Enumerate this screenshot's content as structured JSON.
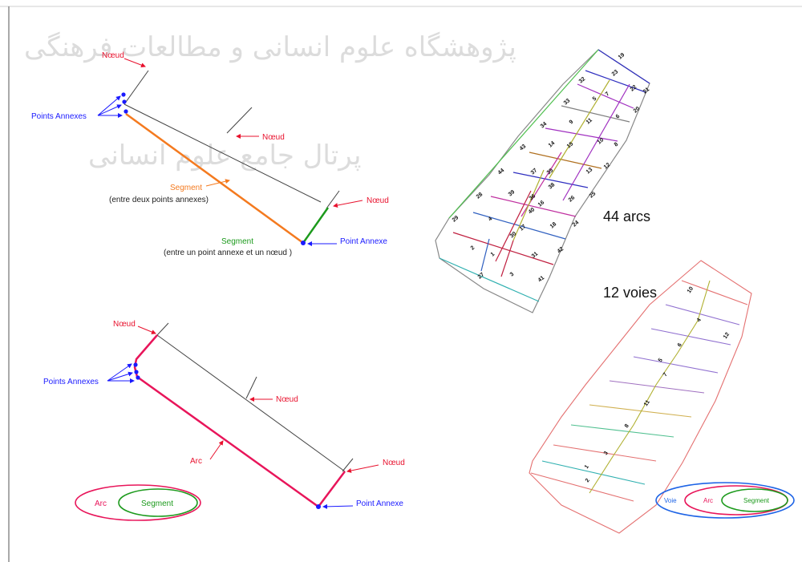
{
  "watermark": {
    "line1": "پژوهشگاه علوم انسانی و مطالعات فرهنگی",
    "line2": "پرتال جامع علوم انسانی"
  },
  "top_diagram": {
    "node_label": "Nœud",
    "points_annexes": "Points Annexes",
    "segment_orange": "Segment",
    "segment_orange_note": "(entre deux points annexes)",
    "segment_green": "Segment",
    "segment_green_note": "(entre un point annexe et un nœud )",
    "point_annexe": "Point Annexe"
  },
  "bottom_diagram": {
    "node_label": "Nœud",
    "points_annexes": "Points Annexes",
    "arc_label": "Arc",
    "point_annexe": "Point Annexe"
  },
  "legend_arc": {
    "outer": "Arc",
    "inner": "Segment"
  },
  "legend_voie": {
    "outer": "Voie",
    "middle": "Arc",
    "inner": "Segment"
  },
  "arcs_title": "44 arcs",
  "voies_title": "12 voies",
  "arc_numbers": [
    "19",
    "23",
    "22",
    "21",
    "32",
    "5",
    "7",
    "20",
    "33",
    "9",
    "11",
    "6",
    "34",
    "14",
    "15",
    "10",
    "8",
    "43",
    "37",
    "35",
    "13",
    "12",
    "44",
    "39",
    "36",
    "38",
    "26",
    "25",
    "28",
    "40",
    "16",
    "29",
    "4",
    "30",
    "17",
    "18",
    "24",
    "2",
    "1",
    "31",
    "42",
    "27",
    "3",
    "41"
  ],
  "voie_numbers": [
    "10",
    "4",
    "12",
    "6",
    "5",
    "7",
    "11",
    "8",
    "3",
    "1",
    "2"
  ],
  "colors": {
    "node_red": "#e8112d",
    "annex_blue": "#1a1aff",
    "segment_orange": "#f47a1f",
    "segment_green": "#1c9a1c",
    "arc_pink": "#e8155a",
    "voie_blue": "#1e64e6"
  }
}
